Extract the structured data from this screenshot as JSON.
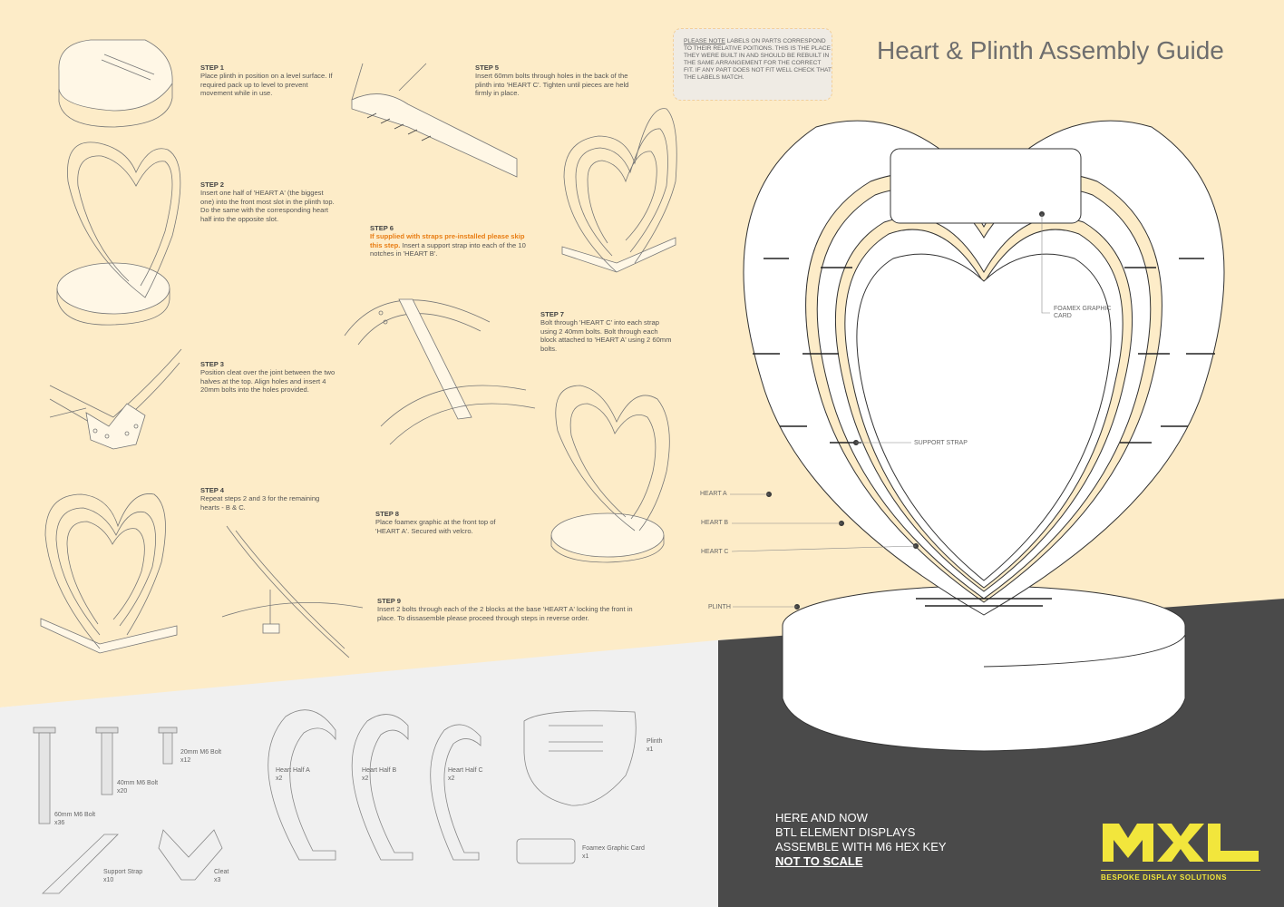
{
  "title": "Heart & Plinth Assembly Guide",
  "note": {
    "underlined": "PLEASE NOTE",
    "text": " LABELS ON PARTS CORRESPOND TO THEIR RELATIVE POITIONS. THIS IS THE PLACE THEY WERE BUILT IN AND SHOULD BE REBUILT IN THE SAME ARRANGEMENT FOR THE CORRECT FIT. IF ANY PART DOES NOT FIT WELL CHECK THAT THE LABELS MATCH."
  },
  "steps": [
    {
      "heading": "STEP 1",
      "text": "Place plinth in position on a level surface. If required pack up to level to prevent movement while in use."
    },
    {
      "heading": "STEP 2",
      "text": "Insert one half of 'HEART A' (the biggest one) into the front most slot in the plinth top. Do the same with the corresponding heart half into the opposite slot."
    },
    {
      "heading": "STEP 3",
      "text": "Position cleat over the joint between the two halves at the top. Align holes and insert 4 20mm bolts into the holes provided."
    },
    {
      "heading": "STEP 4",
      "text": "Repeat steps 2 and 3 for the remaining hearts - B & C."
    },
    {
      "heading": "STEP 5",
      "text": "Insert 60mm bolts through holes in the back of the plinth into 'HEART C'. Tighten until pieces are held firmly in place."
    },
    {
      "heading": "STEP 6",
      "warning": "If supplied with straps pre-installed please skip this step.",
      "text": " Insert a support strap into each of the 10 notches in 'HEART B'."
    },
    {
      "heading": "STEP 7",
      "text": "Bolt through 'HEART C' into each strap using 2 40mm bolts. Bolt through each block attached to 'HEART A' using 2 60mm bolts."
    },
    {
      "heading": "STEP 8",
      "text": "Place foamex graphic at the front top of 'HEART A'. Secured with velcro."
    },
    {
      "heading": "STEP 9",
      "text": "Insert 2 bolts through each of the 2 blocks at the base 'HEART A' locking the front in place. To dissasemble please proceed through steps in reverse order."
    }
  ],
  "labels": {
    "foamex": "FOAMEX GRAPHIC CARD",
    "strap": "SUPPORT STRAP",
    "heart_a": "HEART A",
    "heart_b": "HEART B",
    "heart_c": "HEART C",
    "plinth": "PLINTH"
  },
  "parts": [
    {
      "name": "20mm M6 Bolt",
      "qty": "x12"
    },
    {
      "name": "40mm M6 Bolt",
      "qty": "x20"
    },
    {
      "name": "60mm M6 Bolt",
      "qty": "x36"
    },
    {
      "name": "Heart Half A",
      "qty": "x2"
    },
    {
      "name": "Heart Half B",
      "qty": "x2"
    },
    {
      "name": "Heart Half C",
      "qty": "x2"
    },
    {
      "name": "Plinth",
      "qty": "x1"
    },
    {
      "name": "Foamex Graphic Card",
      "qty": "x1"
    },
    {
      "name": "Support Strap",
      "qty": "x10"
    },
    {
      "name": "Cleat",
      "qty": "x3"
    }
  ],
  "footer": {
    "line1": "HERE AND NOW",
    "line2": "BTL ELEMENT DISPLAYS",
    "line3": "ASSEMBLE WITH M6 HEX KEY",
    "line4": "NOT TO SCALE"
  },
  "logo": {
    "text": "MXL",
    "tagline": "BESPOKE DISPLAY SOLUTIONS"
  },
  "colors": {
    "cream": "#fdecc8",
    "light_grey": "#f0f0f0",
    "dark_grey": "#4a4a4a",
    "warning": "#e87d14",
    "logo_yellow": "#f2e63c"
  }
}
